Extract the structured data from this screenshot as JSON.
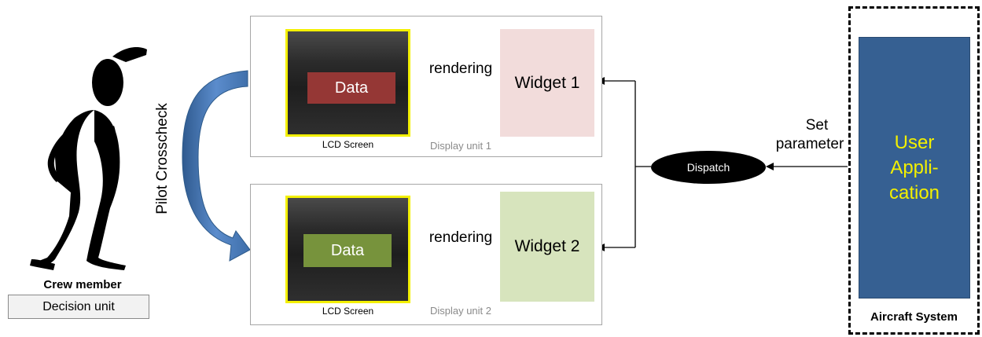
{
  "display_units": [
    {
      "screen_label": "LCD Screen",
      "unit_label": "Display unit 1",
      "data_label": "Data",
      "data_color": "#953735",
      "widget_label": "Widget 1",
      "widget_color": "#f2dcdb",
      "rendering_label": "rendering"
    },
    {
      "screen_label": "LCD Screen",
      "unit_label": "Display unit 2",
      "data_label": "Data",
      "data_color": "#77933c",
      "widget_label": "Widget 2",
      "widget_color": "#d7e4bd",
      "rendering_label": "rendering"
    }
  ],
  "crew": {
    "label": "Crew member",
    "decision_unit": "Decision unit",
    "crosscheck_label": "Pilot Crosscheck"
  },
  "dispatch": {
    "label": "Dispatch"
  },
  "set_parameter": {
    "line1": "Set",
    "line2": "parameter"
  },
  "aircraft_system": {
    "label": "Aircraft System",
    "user_app_lines": [
      "User",
      "Appli-",
      "cation"
    ],
    "user_app_color": "#366092",
    "user_app_text_color": "#f3f000"
  },
  "colors": {
    "lcd_border": "#f3f000",
    "crosscheck_arrow": "#4f81bd"
  }
}
